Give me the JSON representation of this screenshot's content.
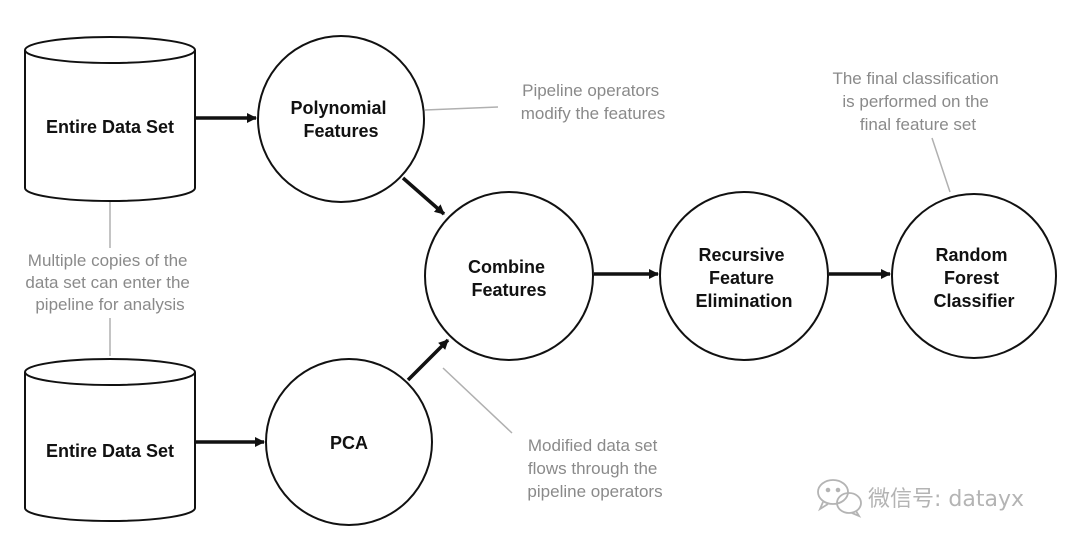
{
  "nodes": {
    "dataset_top": "Entire Data Set",
    "dataset_bottom": "Entire Data Set",
    "polynomial": [
      "Polynomial",
      "Features"
    ],
    "pca": [
      "PCA"
    ],
    "combine": [
      "Combine",
      "Features"
    ],
    "rfe": [
      "Recursive",
      "Feature",
      "Elimination"
    ],
    "rf": [
      "Random",
      "Forest",
      "Classifier"
    ]
  },
  "annotations": {
    "pipeline_operators": [
      "Pipeline operators",
      "modify the features"
    ],
    "final_classification": [
      "The final classification",
      "is performed on the",
      "final feature set"
    ],
    "multiple_copies": [
      "Multiple copies of the",
      "data set can enter the",
      "pipeline for analysis"
    ],
    "modified_data": [
      "Modified data set",
      "flows through the",
      "pipeline operators"
    ]
  },
  "watermark": "微信号: datayx",
  "colors": {
    "stroke": "#111111",
    "annotation_text": "#8a8a8a",
    "annotation_line": "#b0b0b0",
    "watermark": "#b4b4b4"
  }
}
